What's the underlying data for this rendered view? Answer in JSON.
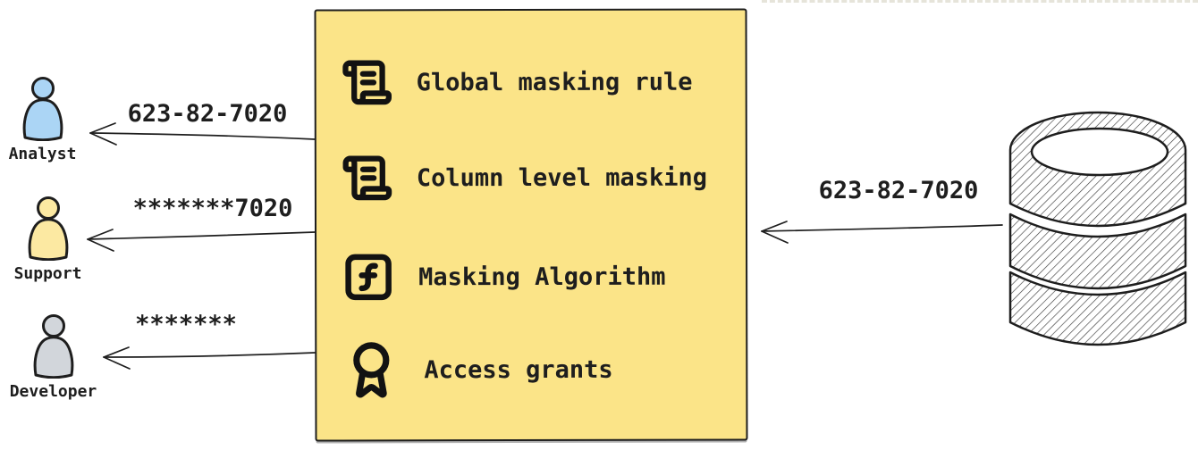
{
  "page": {
    "background": "#ffffff",
    "ink": "#1e1e1e"
  },
  "actors": [
    {
      "label": "Analyst",
      "fill": "#abd5f5",
      "arrow_label": "623-82-7020"
    },
    {
      "label": "Support",
      "fill": "#fce9a2",
      "arrow_label": "*******7020"
    },
    {
      "label": "Developer",
      "fill": "#d2d6db",
      "arrow_label": "*******"
    }
  ],
  "masking_box": {
    "fill": "#fbe488",
    "border_color": "#1e1e1e",
    "items": [
      {
        "icon": "scroll-text-icon",
        "label": "Global masking rule"
      },
      {
        "icon": "scroll-text-icon",
        "label": "Column level masking"
      },
      {
        "icon": "function-square-icon",
        "label": "Masking Algorithm"
      },
      {
        "icon": "award-icon",
        "label": "Access grants"
      }
    ]
  },
  "database": {
    "icon": "database-icon",
    "arrow_label": "623-82-7020"
  }
}
